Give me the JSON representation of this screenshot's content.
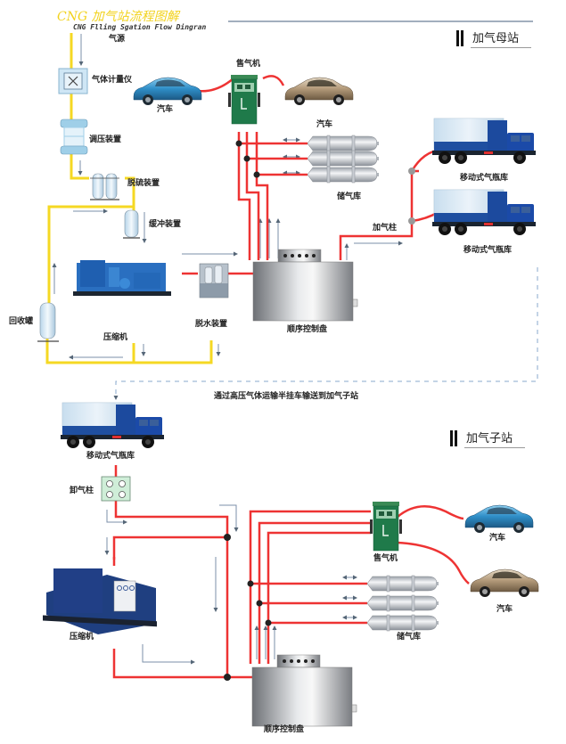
{
  "title": {
    "cn": "CNG 加气站流程图解",
    "en": "CNG Flling Sgation Flow Dingran"
  },
  "mother_station": {
    "section_label": "加气母站",
    "labels": {
      "gas_source": "气源",
      "gas_meter": "气体计量仪",
      "pressure_regulator": "调压装置",
      "desulfurization": "脱硫装置",
      "buffer": "缓冲装置",
      "recovery_tank": "回收罐",
      "compressor": "压缩机",
      "dehydration": "脱水装置",
      "sequence_control": "顺序控制盘",
      "dispenser": "售气机",
      "car_1": "汽车",
      "car_2": "汽车",
      "storage": "储气库",
      "filling_post": "加气柱",
      "mobile_storage_1": "移动式气瓶库",
      "mobile_storage_2": "移动式气瓶库"
    }
  },
  "transport_note": "通过高压气体运输半挂车输送到加气子站",
  "daughter_station": {
    "section_label": "加气子站",
    "labels": {
      "mobile_storage": "移动式气瓶库",
      "unloading_post": "卸气柱",
      "compressor": "压缩机",
      "sequence_control": "顺序控制盘",
      "dispenser": "售气机",
      "car_1": "汽车",
      "car_2": "汽车",
      "storage": "储气库"
    }
  },
  "colors": {
    "title": "#f2d21c",
    "pipe_low_pressure": "#f5d823",
    "pipe_high_pressure": "#ee3333",
    "flow_arrow": "#6688aa",
    "dashed_transport": "#88a8cc",
    "node": "#222222"
  }
}
